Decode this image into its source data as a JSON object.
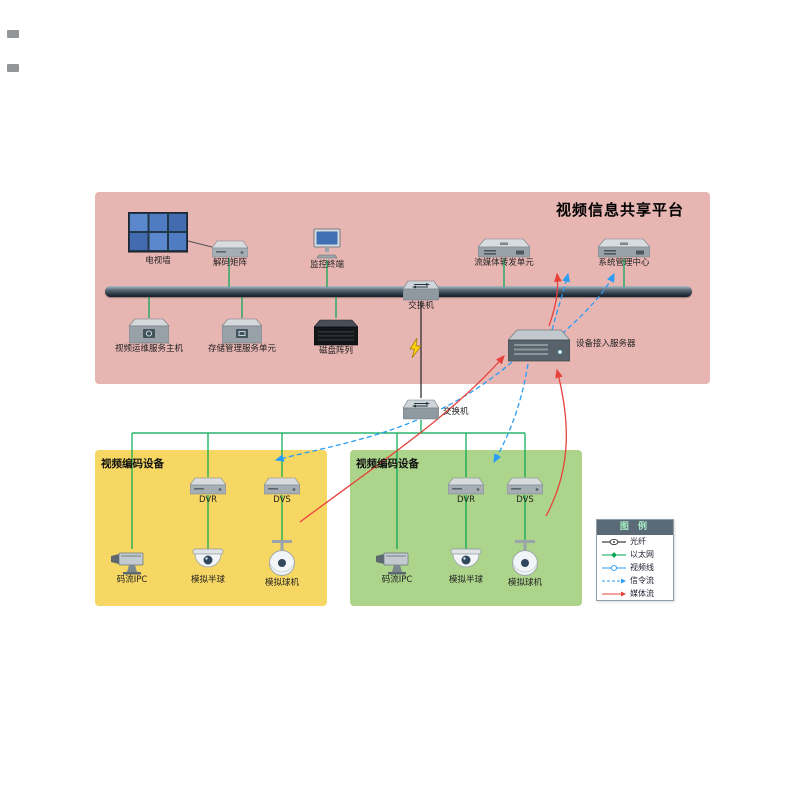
{
  "platform": {
    "title": "视频信息共享平台",
    "tv_wall": "电视墙",
    "decoder": "解码矩阵",
    "monitor": "监控终端",
    "stream_unit": "流媒体转发单元",
    "sys_center": "系统管理中心",
    "ops_host": "视频运维服务主机",
    "storage_unit": "存储管理服务单元",
    "disk_array": "磁盘阵列",
    "switch": "交换机",
    "access_server": "设备接入服务器"
  },
  "core": {
    "switch": "交换机"
  },
  "left_group": {
    "title": "视频编码设备",
    "dvr": "DVR",
    "dvs": "DVS",
    "ipc": "码流IPC",
    "dome": "模拟半球",
    "ball": "模拟球机"
  },
  "right_group": {
    "title": "视频编码设备",
    "dvr": "DVR",
    "dvs": "DVS",
    "ipc": "码流IPC",
    "dome": "模拟半球",
    "ball": "模拟球机"
  },
  "legend": {
    "title": "图 例",
    "items": [
      {
        "type": "fiber",
        "label": "光纤"
      },
      {
        "type": "ethernet",
        "label": "以太网"
      },
      {
        "type": "video",
        "label": "视频线"
      },
      {
        "type": "signal",
        "label": "信令流"
      },
      {
        "type": "media",
        "label": "媒体流"
      }
    ]
  },
  "colors": {
    "platform_bg": "#e7b5b2",
    "left_group_bg": "#f6d763",
    "right_group_bg": "#acd48b",
    "ethernet_line": "#00a651",
    "signal_line": "#2a9df4",
    "media_line": "#e8413c",
    "fiber_line": "#111111"
  }
}
